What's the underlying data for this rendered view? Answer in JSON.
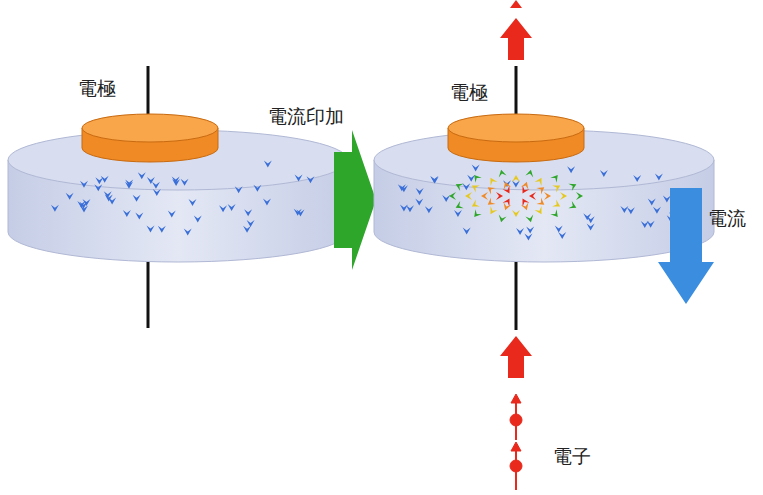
{
  "diagram": {
    "labels": [
      "電極",
      "電流印加",
      "電極",
      "電流",
      "電子"
    ]
  }
}
